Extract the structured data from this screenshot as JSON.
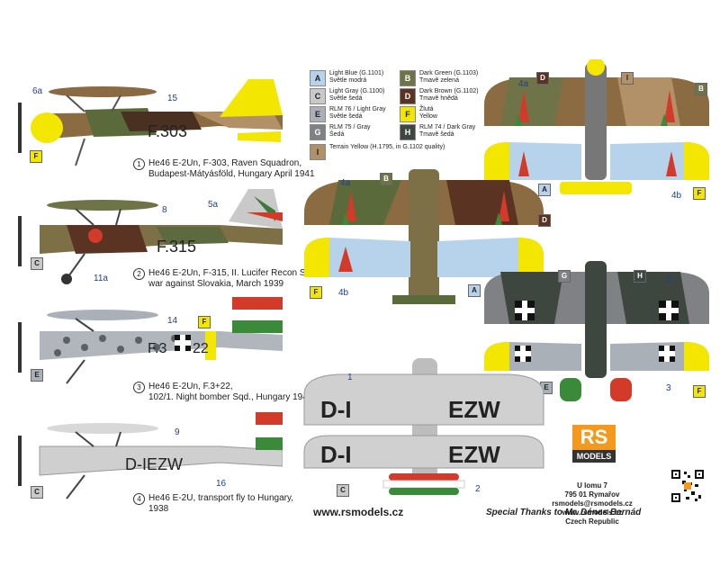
{
  "captions": [
    {
      "num": "1",
      "line1": "He46 E-2Un, F-303, Raven Squadron,",
      "line2": "Budapest-Mátyásföld, Hungary April 1941"
    },
    {
      "num": "2",
      "line1": "He46 E-2Un, F-315, II. Lucifer Recon Sqd.,",
      "line2": "war against Slovakia, March 1939"
    },
    {
      "num": "3",
      "line1": "He46 E-2Un, F.3+22,",
      "line2": "102/1. Night bomber Sqd., Hungary 1944"
    },
    {
      "num": "4",
      "line1": "He46 E-2U, transport fly to Hungary,",
      "line2": "1938"
    }
  ],
  "codes": {
    "p1": "F.303",
    "p2": "F.315",
    "p3a": "F.3",
    "p3b": "22",
    "p4": "D-IEZW",
    "top": "D-I",
    "top2": "EZW"
  },
  "markers": {
    "m6a": "6a",
    "m15": "15",
    "m5a": "5a",
    "m8": "8",
    "m11a": "11a",
    "m14": "14",
    "m9": "9",
    "m16": "16",
    "m4a": "4a",
    "m4b": "4b",
    "m3": "3",
    "m1": "1",
    "m2": "2"
  },
  "legend": [
    {
      "code": "A",
      "color": "#b7d3ec",
      "l1": "Light Blue (G.1101)",
      "l2": "Světle modrá"
    },
    {
      "code": "B",
      "color": "#6f7448",
      "l1": "Dark Green (G.1103)",
      "l2": "Tmavě zelená"
    },
    {
      "code": "C",
      "color": "#c9c9c9",
      "l1": "Light Gray (G.1100)",
      "l2": "Světle šedá"
    },
    {
      "code": "D",
      "color": "#5b3322",
      "l1": "Dark Brown (G.1102)",
      "l2": "Tmavě hnědá"
    },
    {
      "code": "E",
      "color": "#a9b0b8",
      "l1": "RLM 76 / Light Gray",
      "l2": "Světle šedá"
    },
    {
      "code": "F",
      "color": "#f3e600",
      "l1": "Žlutá",
      "l2": "Yellow"
    },
    {
      "code": "G",
      "color": "#7f8185",
      "l1": "RLM 75 / Gray",
      "l2": "Šedá"
    },
    {
      "code": "H",
      "color": "#3e4640",
      "l1": "RLM 74 / Dark Gray",
      "l2": "Tmavě šedá"
    },
    {
      "code": "I",
      "color": "#b39168",
      "l1": "Terrain Yellow (H.1795, in G.1102 quality)",
      "l2": ""
    }
  ],
  "address": [
    "U lomu 7",
    "795 01 Rymařov",
    "rsmodels@rsmodels.cz",
    "www.rsmodels.cz",
    "Czech Republic"
  ],
  "website": "www.rsmodels.cz",
  "thanks": "Special Thanks to Mr. Dénes Bernád",
  "logo": {
    "top": "RS",
    "bottom": "MODELS"
  }
}
